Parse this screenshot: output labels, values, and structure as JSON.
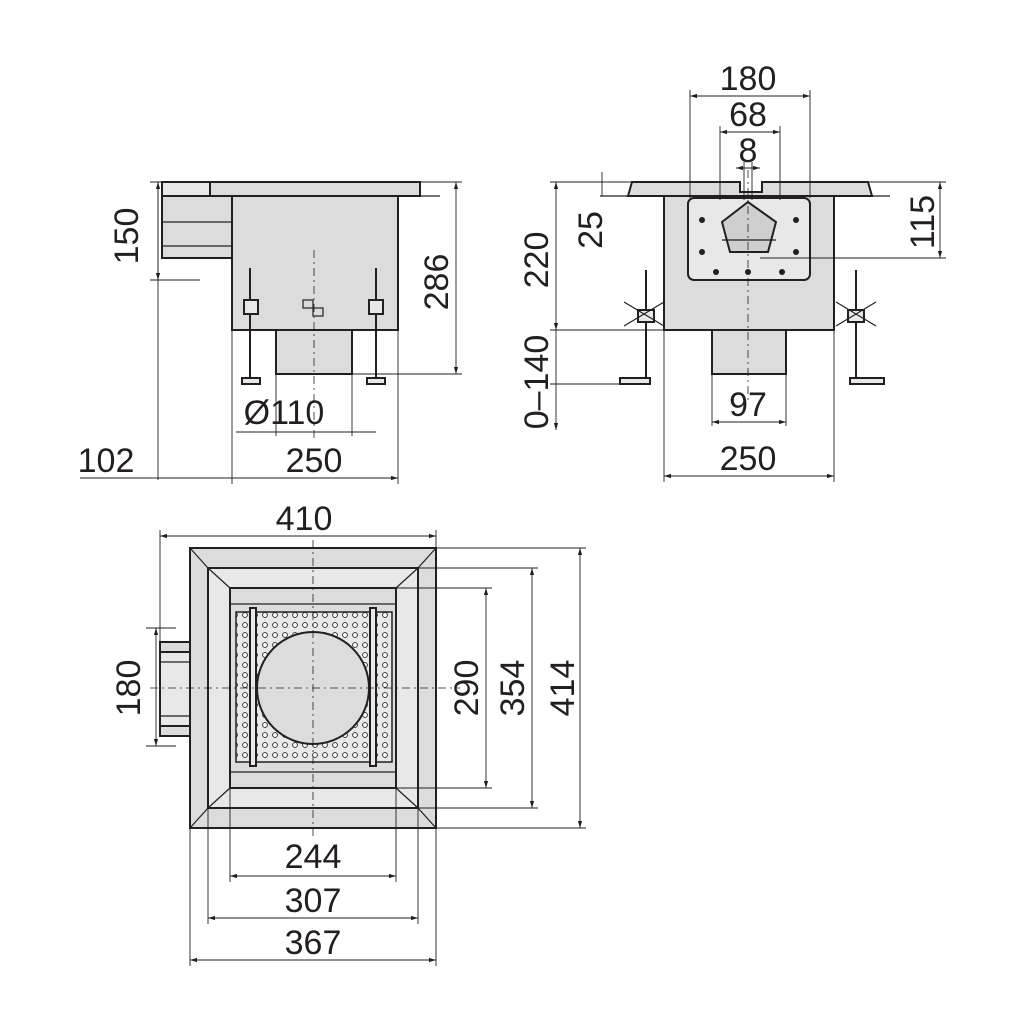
{
  "drawing": {
    "side_view": {
      "dimensions": {
        "height_150": "150",
        "height_286": "286",
        "outlet_diameter": "Ø110",
        "offset_102": "102",
        "width_250": "250"
      }
    },
    "front_view": {
      "dimensions": {
        "width_180": "180",
        "width_68": "68",
        "width_8": "8",
        "height_25": "25",
        "height_115": "115",
        "height_220": "220",
        "adjust_range": "0–140",
        "outlet_97": "97",
        "width_250": "250"
      }
    },
    "top_view": {
      "dimensions": {
        "width_410": "410",
        "height_180": "180",
        "height_290": "290",
        "height_354": "354",
        "height_414": "414",
        "width_244": "244",
        "width_307": "307",
        "width_367": "367"
      }
    }
  },
  "colors": {
    "line": "#231f20",
    "fill": "#dcdcdc",
    "background": "#ffffff"
  }
}
